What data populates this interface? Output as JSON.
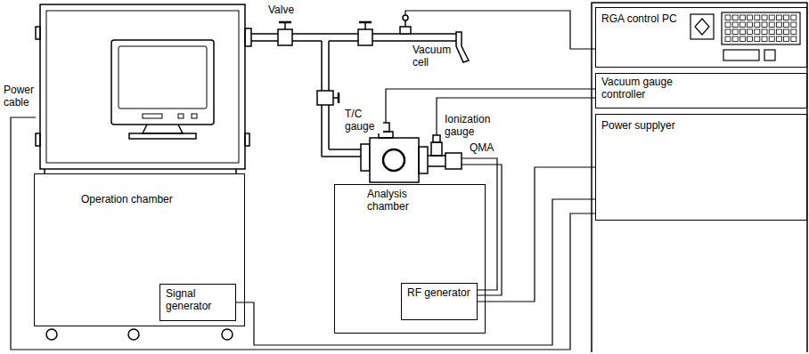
{
  "diagram": {
    "nodes": [
      {
        "text": [
          "Operation chamber"
        ]
      },
      {
        "text": [
          "Signal generator"
        ],
        "in": 0
      },
      {
        "text": [
          "Analysis chamber"
        ]
      },
      {
        "text": [
          "RF generator"
        ],
        "in": 2
      },
      {
        "text": [
          "RGA control PC"
        ]
      },
      {
        "text": [
          "Vacuum gauge controller"
        ]
      },
      {
        "text": [
          "Power supplyer"
        ]
      }
    ],
    "edges": [
      {
        "from": 1,
        "to": 6,
        "arrow": "none"
      },
      {
        "from": 3,
        "to": 6,
        "arrow": "none"
      }
    ],
    "labels": [
      "Power cable",
      "Valve",
      "Vacuum cell",
      "T/C gauge",
      "Ionization gauge",
      "QMA"
    ]
  }
}
